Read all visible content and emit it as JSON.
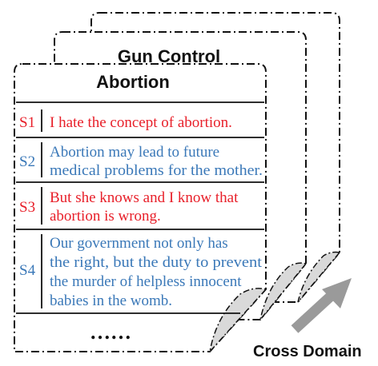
{
  "cards": [
    {
      "title": ""
    },
    {
      "title": "Gun Control"
    },
    {
      "title": "Abortion"
    }
  ],
  "colors": {
    "negative": "#e8202a",
    "neutral": "#3a78b8",
    "border": "#111111",
    "fold": "#d9d9d9",
    "arrow": "#9a9a9a"
  },
  "sentences": [
    {
      "id": "S1",
      "color": "negative",
      "lines": [
        "I hate the concept of abortion."
      ]
    },
    {
      "id": "S2",
      "color": "neutral",
      "lines": [
        "Abortion may lead to future",
        "medical problems for the mother."
      ]
    },
    {
      "id": "S3",
      "color": "negative",
      "lines": [
        "But she knows and I know that",
        "abortion is wrong."
      ]
    },
    {
      "id": "S4",
      "color": "neutral",
      "lines": [
        "Our government not only has",
        "the right, but the duty to prevent",
        "the murder of helpless innocent",
        "babies in the womb."
      ]
    }
  ],
  "ellipsis": "……",
  "cross_domain": "Cross Domain",
  "icons": {
    "arrow": "arrow-up-right-icon"
  }
}
